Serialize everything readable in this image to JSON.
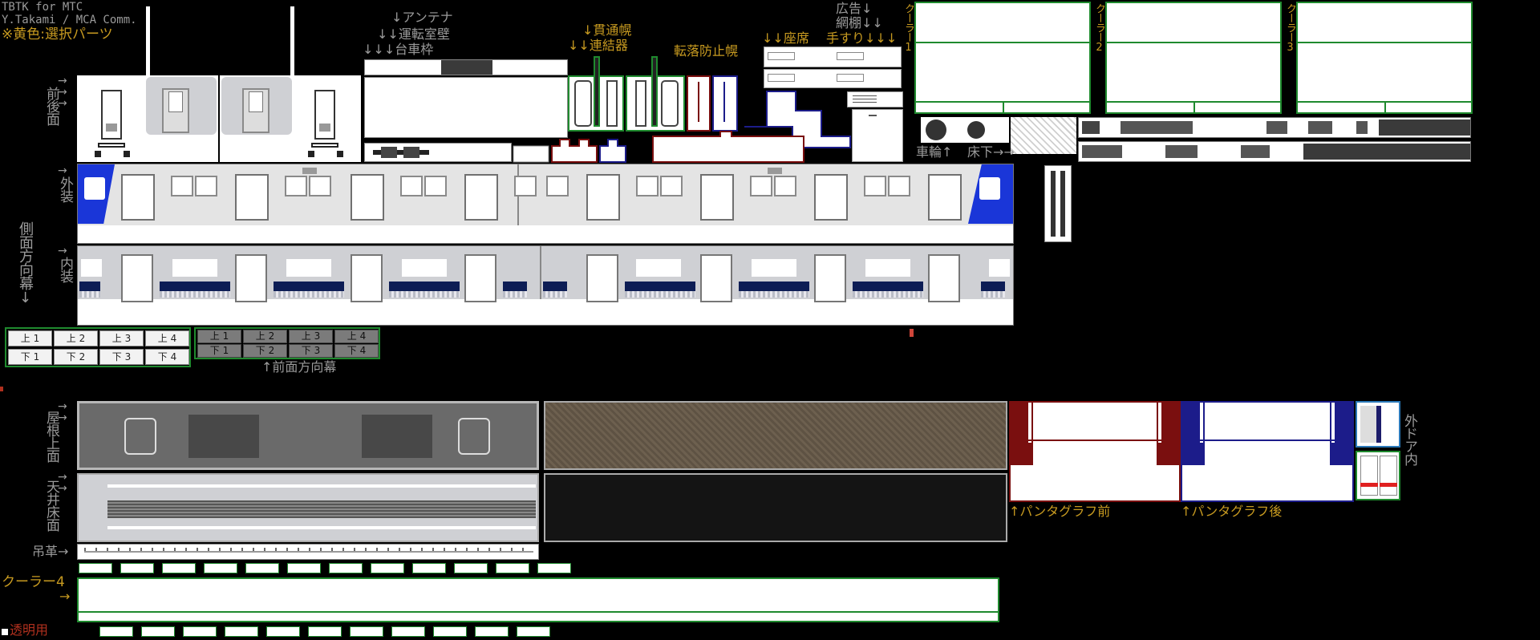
{
  "credits": {
    "line1": "TBTK for MTC",
    "line2": "Y.Takami / MCA Comm.",
    "note": "※黄色:選択パーツ"
  },
  "labels": {
    "antenna": "↓アンテナ",
    "cab_wall": "↓↓運転室壁",
    "bogie_frame": "↓↓↓台車枠",
    "gangway_hood": "↓貫通幌",
    "coupler": "↓↓連結器",
    "fall_prevention_hood": "転落防止幌",
    "seat": "↓↓座席",
    "ad": "広告↓",
    "luggage_rack": "網棚↓↓",
    "handrail": "手すり↓↓↓",
    "front_rear": "前後面",
    "front_rear_arrows": "→ → →",
    "exterior": "外装",
    "interior": "内装",
    "side_direction_curtain": "側面方向幕↓",
    "front_direction_curtain": "↑前面方向幕",
    "wheel": "車輪↑",
    "underfloor": "床下→→",
    "cooler1": "クーラー1",
    "cooler2": "クーラー2",
    "cooler3": "クーラー3",
    "cooler4": "クーラー4",
    "roof_top": "屋根上面",
    "ceiling_floor": "天井床面",
    "strap": "吊革",
    "transparent": "透明用",
    "pantograph_front": "↑パンタグラフ前",
    "pantograph_rear": "↑パンタグラフ後",
    "outer_door_inner": "外ドア内"
  },
  "direction_curtains_side": {
    "up": [
      "上 1",
      "上 2",
      "上 3",
      "上 4"
    ],
    "down": [
      "下 1",
      "下 2",
      "下 3",
      "下 4"
    ]
  },
  "direction_curtains_front": {
    "up": [
      "上 1",
      "上 2",
      "上 3",
      "上 4"
    ],
    "down": [
      "下 1",
      "下 2",
      "下 3",
      "下 4"
    ]
  },
  "colors": {
    "background": "#000000",
    "label_gray": "#9a9a9a",
    "selected_gold": "#c79a20",
    "border_green": "#1f8a2e",
    "border_red": "#7a0f0f",
    "border_blue": "#1c1c8a",
    "livery_blue": "#1a36d8",
    "seat_navy": "#0d1d55",
    "roof_brown": "#5e5243"
  },
  "icons": {
    "arrow_right": "→",
    "arrow_down": "↓",
    "arrow_up": "↑"
  }
}
